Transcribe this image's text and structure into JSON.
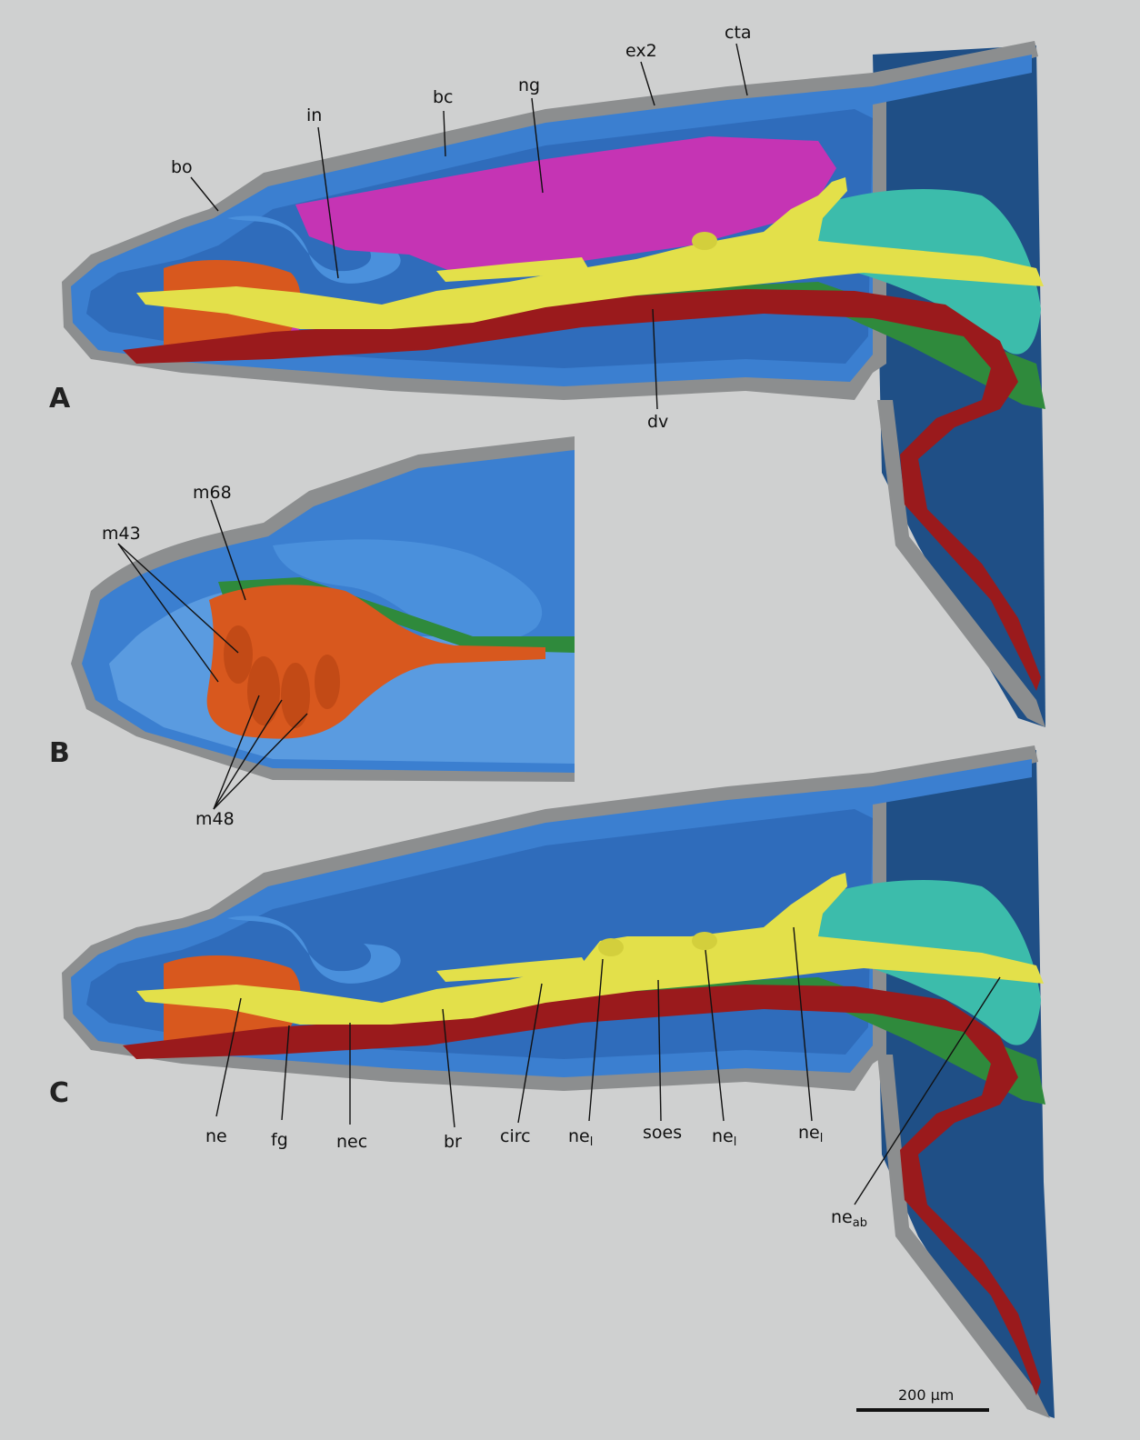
{
  "panels": {
    "a": "A",
    "b": "B",
    "c": "C"
  },
  "labels": {
    "bo": "bo",
    "in": "in",
    "bc": "bc",
    "ng": "ng",
    "ex2": "ex2",
    "cta": "cta",
    "dv": "dv",
    "m68": "m68",
    "m43": "m43",
    "m48": "m48",
    "ne": "ne",
    "fg": "fg",
    "nec": "nec",
    "br": "br",
    "circ": "circ",
    "ne_base": "ne",
    "ne_sub": "l",
    "soes": "soes",
    "ne_ab_base": "ne",
    "ne_ab_sub": "ab"
  },
  "scale_bar": {
    "label": "200 μm"
  },
  "colors": {
    "background": "#cfd0d0",
    "outer_cuticle": "#8c8e8f",
    "inner_cuticle": "#3b7fd0",
    "cavity": "#4a87d4",
    "dark_wall": "#1f4f86",
    "nerve_ganglion": "#c534b4",
    "nervous_system": "#e3e04a",
    "dorsal_vessel": "#9a1a1c",
    "muscle": "#d8581e",
    "turquoise_tissue": "#3cbcab",
    "green_tissue": "#2f8a3c"
  }
}
